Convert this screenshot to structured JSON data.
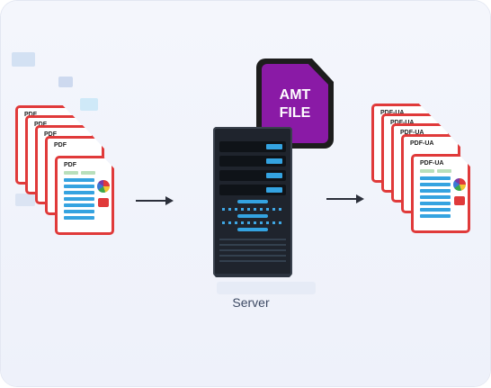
{
  "left_stack": {
    "label": "PDF",
    "count": 5
  },
  "amt_file": {
    "line1": "AMT",
    "line2": "FILE"
  },
  "server": {
    "caption": "Server"
  },
  "right_stack": {
    "label": "PDF-UA",
    "count": 5
  },
  "colors": {
    "doc_border": "#e03a3a",
    "amt_fill": "#8a1aa6",
    "server_body": "#1f242d",
    "led": "#34a3e1",
    "arrow": "#2b2f3a"
  }
}
